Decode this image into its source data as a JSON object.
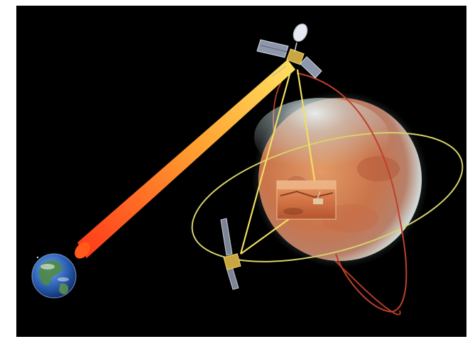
{
  "scene": {
    "background": "#000000",
    "frame_color": "#ffffff",
    "objects": [
      {
        "name": "earth",
        "icon": "earth-globe-icon"
      },
      {
        "name": "mars",
        "icon": "mars-planet-icon"
      },
      {
        "name": "orbiter",
        "icon": "satellite-icon"
      },
      {
        "name": "relay-satellite",
        "icon": "satellite-icon"
      },
      {
        "name": "surface-lander-inset",
        "icon": "rover-photo-icon"
      },
      {
        "name": "earth-link-beam",
        "icon": "signal-beam-icon"
      },
      {
        "name": "orbit-paths",
        "icon": "orbit-ellipse-icon"
      }
    ],
    "colors": {
      "beam_near": "#ffe060",
      "beam_far": "#ff3a1a",
      "mars_surface": "#d07a4a",
      "mars_haze": "#cfe3e6",
      "orbit_yellow": "#d8d26a",
      "orbit_red": "#c0402a",
      "link_line": "#f0e060",
      "earth_ocean": "#2b5db0"
    }
  }
}
